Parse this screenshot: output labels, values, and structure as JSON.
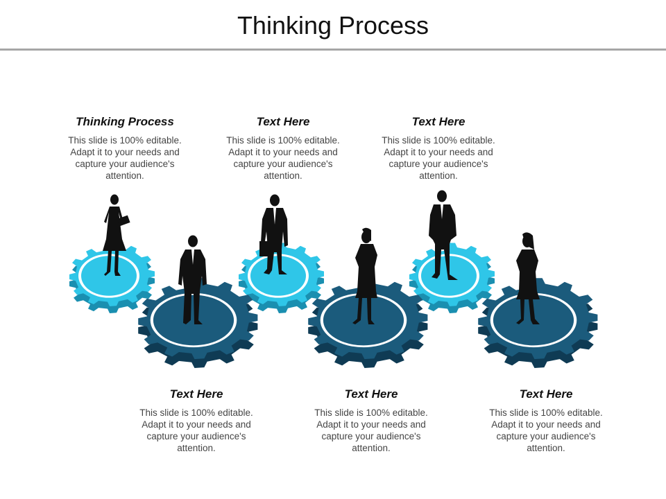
{
  "title": "Thinking Process",
  "colors": {
    "light_gear": "#2fc6e8",
    "dark_gear": "#1b5b7c",
    "rule": "#a6a6a6"
  },
  "blocks": [
    {
      "heading": "Thinking Process",
      "body": "This slide is 100% editable. Adapt it to your needs and capture your audience's attention."
    },
    {
      "heading": "Text Here",
      "body": "This slide is 100% editable. Adapt it to your needs and capture your audience's attention."
    },
    {
      "heading": "Text Here",
      "body": "This slide is 100% editable. Adapt it to your needs and capture your audience's attention."
    },
    {
      "heading": "Text Here",
      "body": "This slide is 100% editable. Adapt it to your needs and capture your audience's attention."
    },
    {
      "heading": "Text Here",
      "body": "This slide is 100% editable. Adapt it to your needs and capture your audience's attention."
    },
    {
      "heading": "Text Here",
      "body": "This slide is 100% editable. Adapt it to your needs and capture your audience's attention."
    }
  ]
}
